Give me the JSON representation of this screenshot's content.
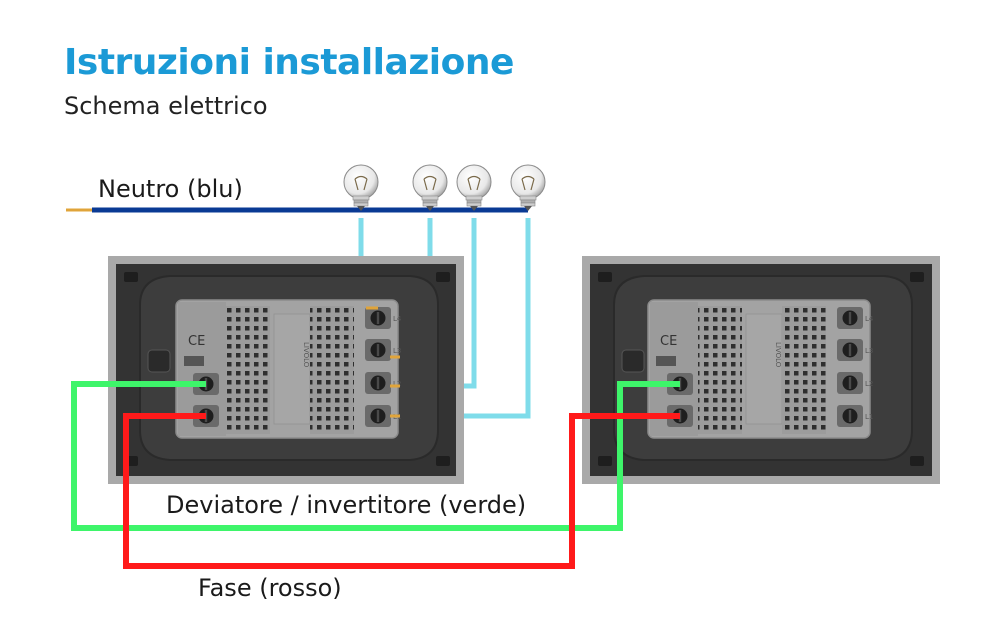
{
  "header": {
    "title": "Istruzioni installazione",
    "subtitle": "Schema elettrico"
  },
  "wires": {
    "neutral": "Neutro (blu)",
    "traveler": "Deviatore / invertitore (verde)",
    "phase": "Fase (rosso)"
  },
  "switch_marks": {
    "ce": "CE",
    "brand": "LIVOLO",
    "terminals": [
      "L1",
      "L2",
      "L3",
      "L4"
    ]
  },
  "colors": {
    "title": "#1b9ad6",
    "neutral": "#0a3a94",
    "phase": "#ff1a1a",
    "traveler": "#3ef56a",
    "lamp": "#7fdcea"
  }
}
